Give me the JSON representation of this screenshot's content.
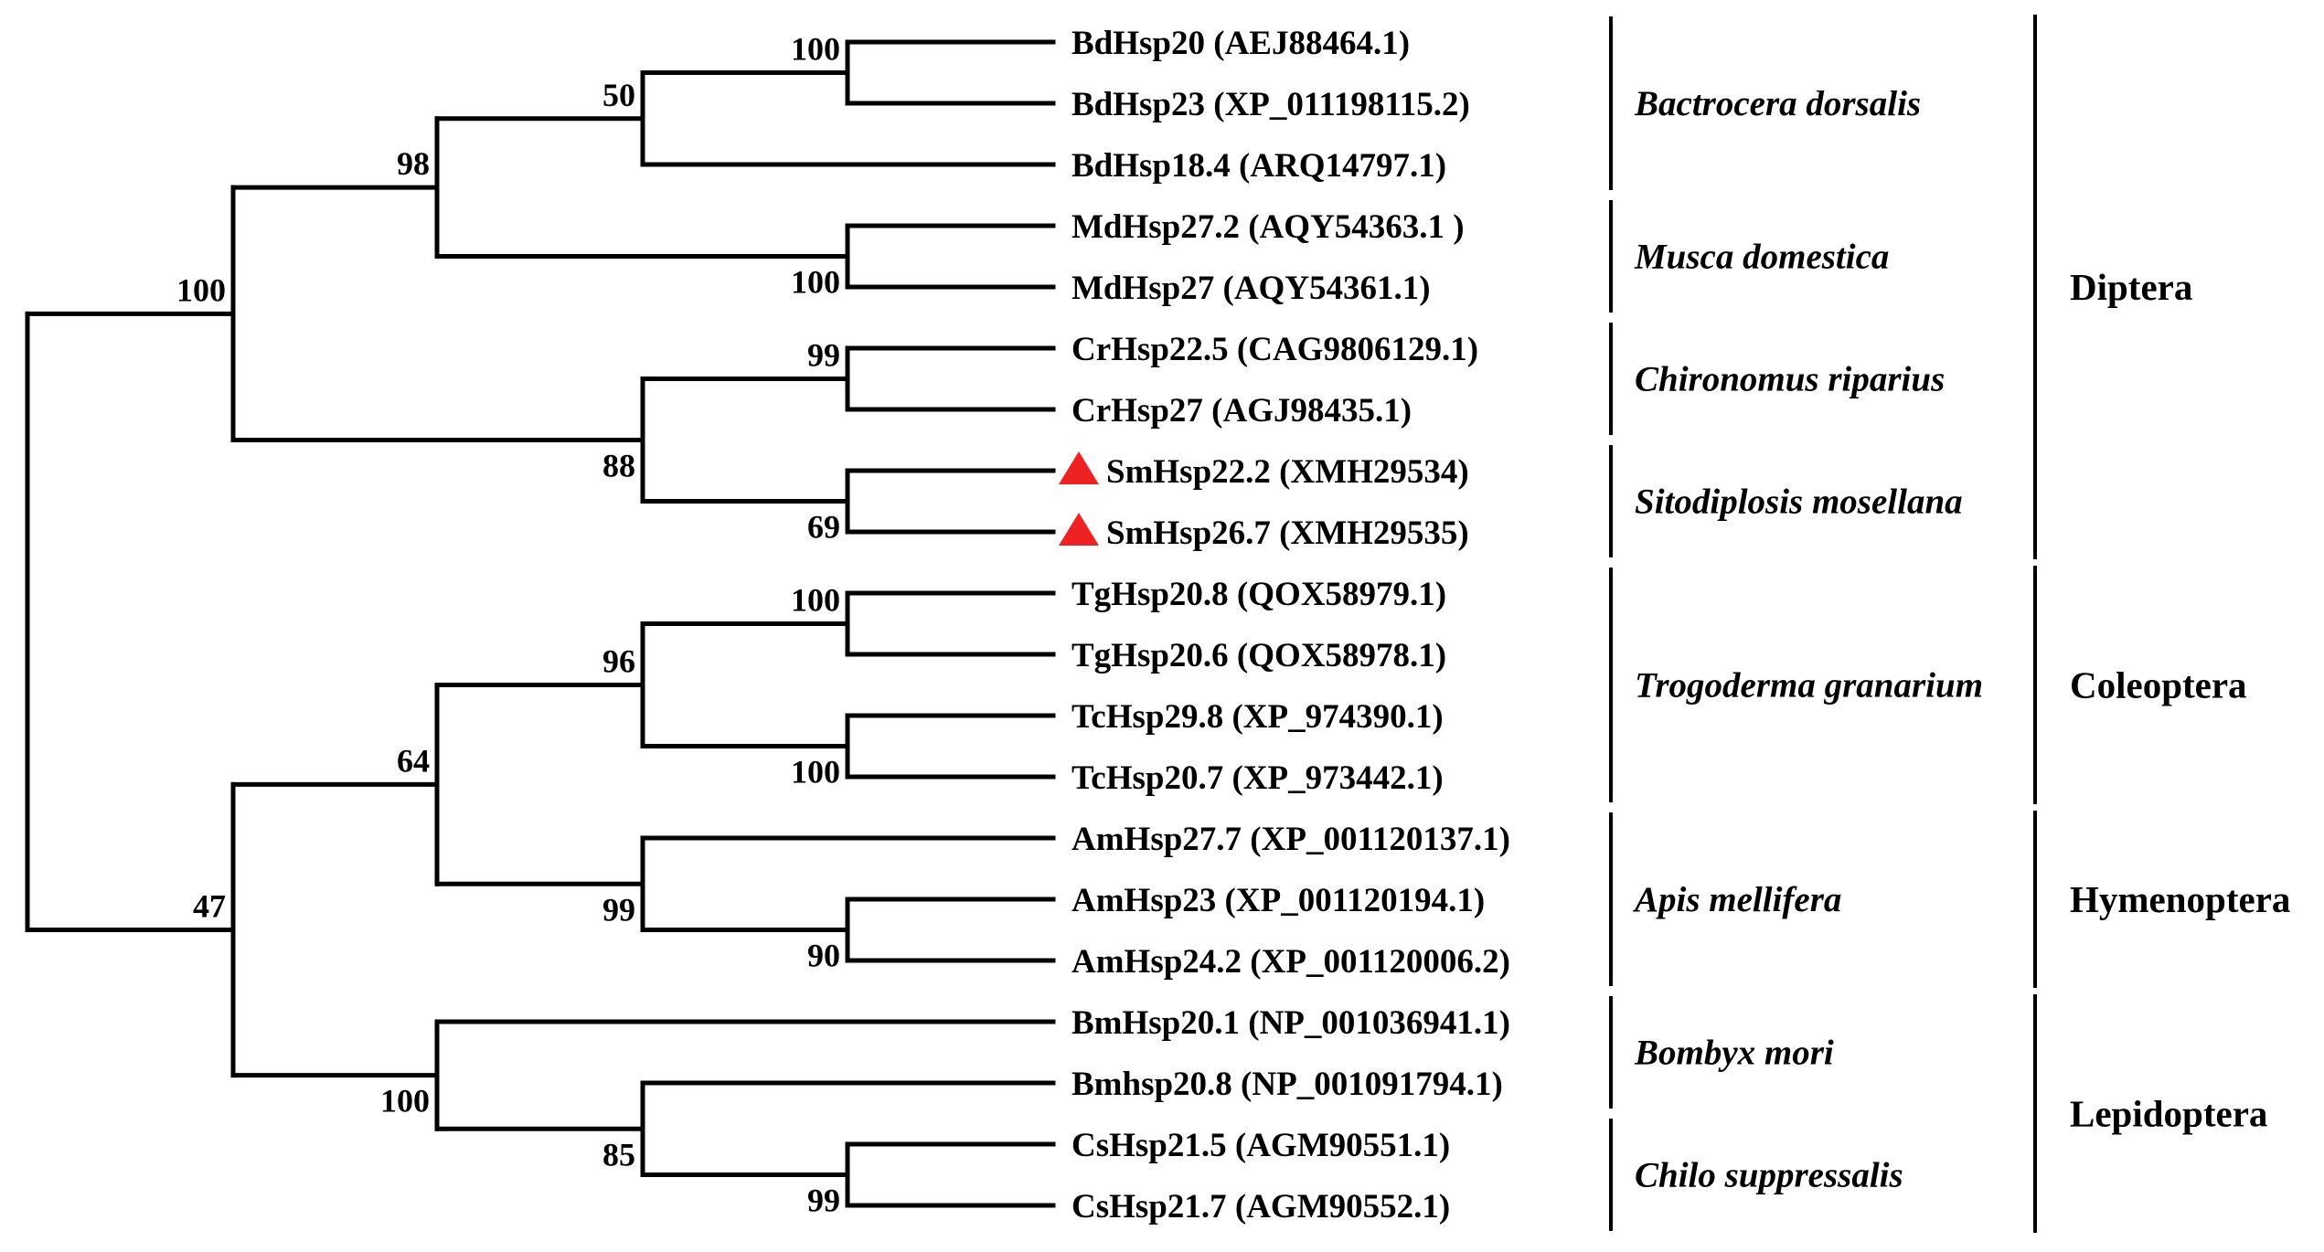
{
  "tree": {
    "marker_color": "#ee2222",
    "line_color": "#000000",
    "leaves": [
      {
        "id": "bdhsp20",
        "label": "BdHsp20  (AEJ88464.1)",
        "marked": false
      },
      {
        "id": "bdhsp23",
        "label": "BdHsp23  (XP_011198115.2)",
        "marked": false
      },
      {
        "id": "bdhsp18-4",
        "label": "BdHsp18.4  (ARQ14797.1)",
        "marked": false
      },
      {
        "id": "mdhsp27-2",
        "label": "MdHsp27.2  (AQY54363.1 )",
        "marked": false
      },
      {
        "id": "mdhsp27",
        "label": "MdHsp27  (AQY54361.1)",
        "marked": false
      },
      {
        "id": "crhsp22-5",
        "label": "CrHsp22.5  (CAG9806129.1)",
        "marked": false
      },
      {
        "id": "crhsp27",
        "label": "CrHsp27  (AGJ98435.1)",
        "marked": false
      },
      {
        "id": "smhsp22-2",
        "label": "SmHsp22.2  (XMH29534)",
        "marked": true,
        "marker_icon": "red-triangle-icon"
      },
      {
        "id": "smhsp26-7",
        "label": "SmHsp26.7  (XMH29535)",
        "marked": true,
        "marker_icon": "red-triangle-icon"
      },
      {
        "id": "tghsp20-8",
        "label": "TgHsp20.8  (QOX58979.1)",
        "marked": false
      },
      {
        "id": "tghsp20-6",
        "label": "TgHsp20.6  (QOX58978.1)",
        "marked": false
      },
      {
        "id": "tchsp29-8",
        "label": "TcHsp29.8  (XP_974390.1)",
        "marked": false
      },
      {
        "id": "tchsp20-7",
        "label": "TcHsp20.7  (XP_973442.1)",
        "marked": false
      },
      {
        "id": "amhsp27-7",
        "label": "AmHsp27.7  (XP_001120137.1)",
        "marked": false
      },
      {
        "id": "amhsp23",
        "label": "AmHsp23  (XP_001120194.1)",
        "marked": false
      },
      {
        "id": "amhsp24-2",
        "label": "AmHsp24.2  (XP_001120006.2)",
        "marked": false
      },
      {
        "id": "bmhsp20-1",
        "label": "BmHsp20.1  (NP_001036941.1)",
        "marked": false
      },
      {
        "id": "bmhsp20-8",
        "label": "Bmhsp20.8  (NP_001091794.1)",
        "marked": false
      },
      {
        "id": "cshsp21-5",
        "label": "CsHsp21.5  (AGM90551.1)",
        "marked": false
      },
      {
        "id": "cshsp21-7",
        "label": "CsHsp21.7  (AGM90552.1)",
        "marked": false
      }
    ],
    "clades": [
      {
        "id": "c-bd20-23",
        "children": [
          "bdhsp20",
          "bdhsp23"
        ],
        "support": "100"
      },
      {
        "id": "c-bd",
        "children": [
          "c-bd20-23",
          "bdhsp18-4"
        ],
        "support": "50"
      },
      {
        "id": "c-md",
        "children": [
          "mdhsp27-2",
          "mdhsp27"
        ],
        "support": "100"
      },
      {
        "id": "c-bd-md",
        "children": [
          "c-bd",
          "c-md"
        ],
        "support": "98"
      },
      {
        "id": "c-cr",
        "children": [
          "crhsp22-5",
          "crhsp27"
        ],
        "support": "99"
      },
      {
        "id": "c-sm",
        "children": [
          "smhsp22-2",
          "smhsp26-7"
        ],
        "support": "69"
      },
      {
        "id": "c-cr-sm",
        "children": [
          "c-cr",
          "c-sm"
        ],
        "support": "88"
      },
      {
        "id": "c-diptera",
        "children": [
          "c-bd-md",
          "c-cr-sm"
        ],
        "support": "100"
      },
      {
        "id": "c-tg",
        "children": [
          "tghsp20-8",
          "tghsp20-6"
        ],
        "support": "100"
      },
      {
        "id": "c-tc",
        "children": [
          "tchsp29-8",
          "tchsp20-7"
        ],
        "support": "100"
      },
      {
        "id": "c-tg-tc",
        "children": [
          "c-tg",
          "c-tc"
        ],
        "support": "96"
      },
      {
        "id": "c-am23-24",
        "children": [
          "amhsp23",
          "amhsp24-2"
        ],
        "support": "90"
      },
      {
        "id": "c-am",
        "children": [
          "amhsp27-7",
          "c-am23-24"
        ],
        "support": "99"
      },
      {
        "id": "c-col-hym",
        "children": [
          "c-tg-tc",
          "c-am"
        ],
        "support": "64"
      },
      {
        "id": "c-cs",
        "children": [
          "cshsp21-5",
          "cshsp21-7"
        ],
        "support": "99"
      },
      {
        "id": "c-bm8-cs",
        "children": [
          "bmhsp20-8",
          "c-cs"
        ],
        "support": "85"
      },
      {
        "id": "c-lep",
        "children": [
          "bmhsp20-1",
          "c-bm8-cs"
        ],
        "support": "100"
      },
      {
        "id": "c-lower",
        "children": [
          "c-col-hym",
          "c-lep"
        ],
        "support": "47"
      },
      {
        "id": "c-root",
        "children": [
          "c-diptera",
          "c-lower"
        ],
        "support": ""
      }
    ],
    "root": "c-root"
  },
  "species_groups": [
    {
      "id": "bactrocera",
      "name": "Bactrocera dorsalis",
      "from": 0,
      "to": 2
    },
    {
      "id": "musca",
      "name": "Musca domestica",
      "from": 3,
      "to": 4
    },
    {
      "id": "chironomus",
      "name": "Chironomus riparius",
      "from": 5,
      "to": 6
    },
    {
      "id": "sitodiplosis",
      "name": "Sitodiplosis mosellana",
      "from": 7,
      "to": 8
    },
    {
      "id": "trogoderma",
      "name": "Trogoderma granarium",
      "from": 9,
      "to": 12
    },
    {
      "id": "apis",
      "name": "Apis mellifera",
      "from": 13,
      "to": 15
    },
    {
      "id": "bombyx",
      "name": "Bombyx mori",
      "from": 16,
      "to": 17
    },
    {
      "id": "chilo",
      "name": "Chilo suppressalis",
      "from": 18,
      "to": 19
    }
  ],
  "order_groups": [
    {
      "id": "diptera",
      "name": "Diptera",
      "from": 0,
      "to": 8
    },
    {
      "id": "coleoptera",
      "name": "Coleoptera",
      "from": 9,
      "to": 12
    },
    {
      "id": "hymenoptera",
      "name": "Hymenoptera",
      "from": 13,
      "to": 15
    },
    {
      "id": "lepidoptera",
      "name": "Lepidoptera",
      "from": 16,
      "to": 19
    }
  ]
}
